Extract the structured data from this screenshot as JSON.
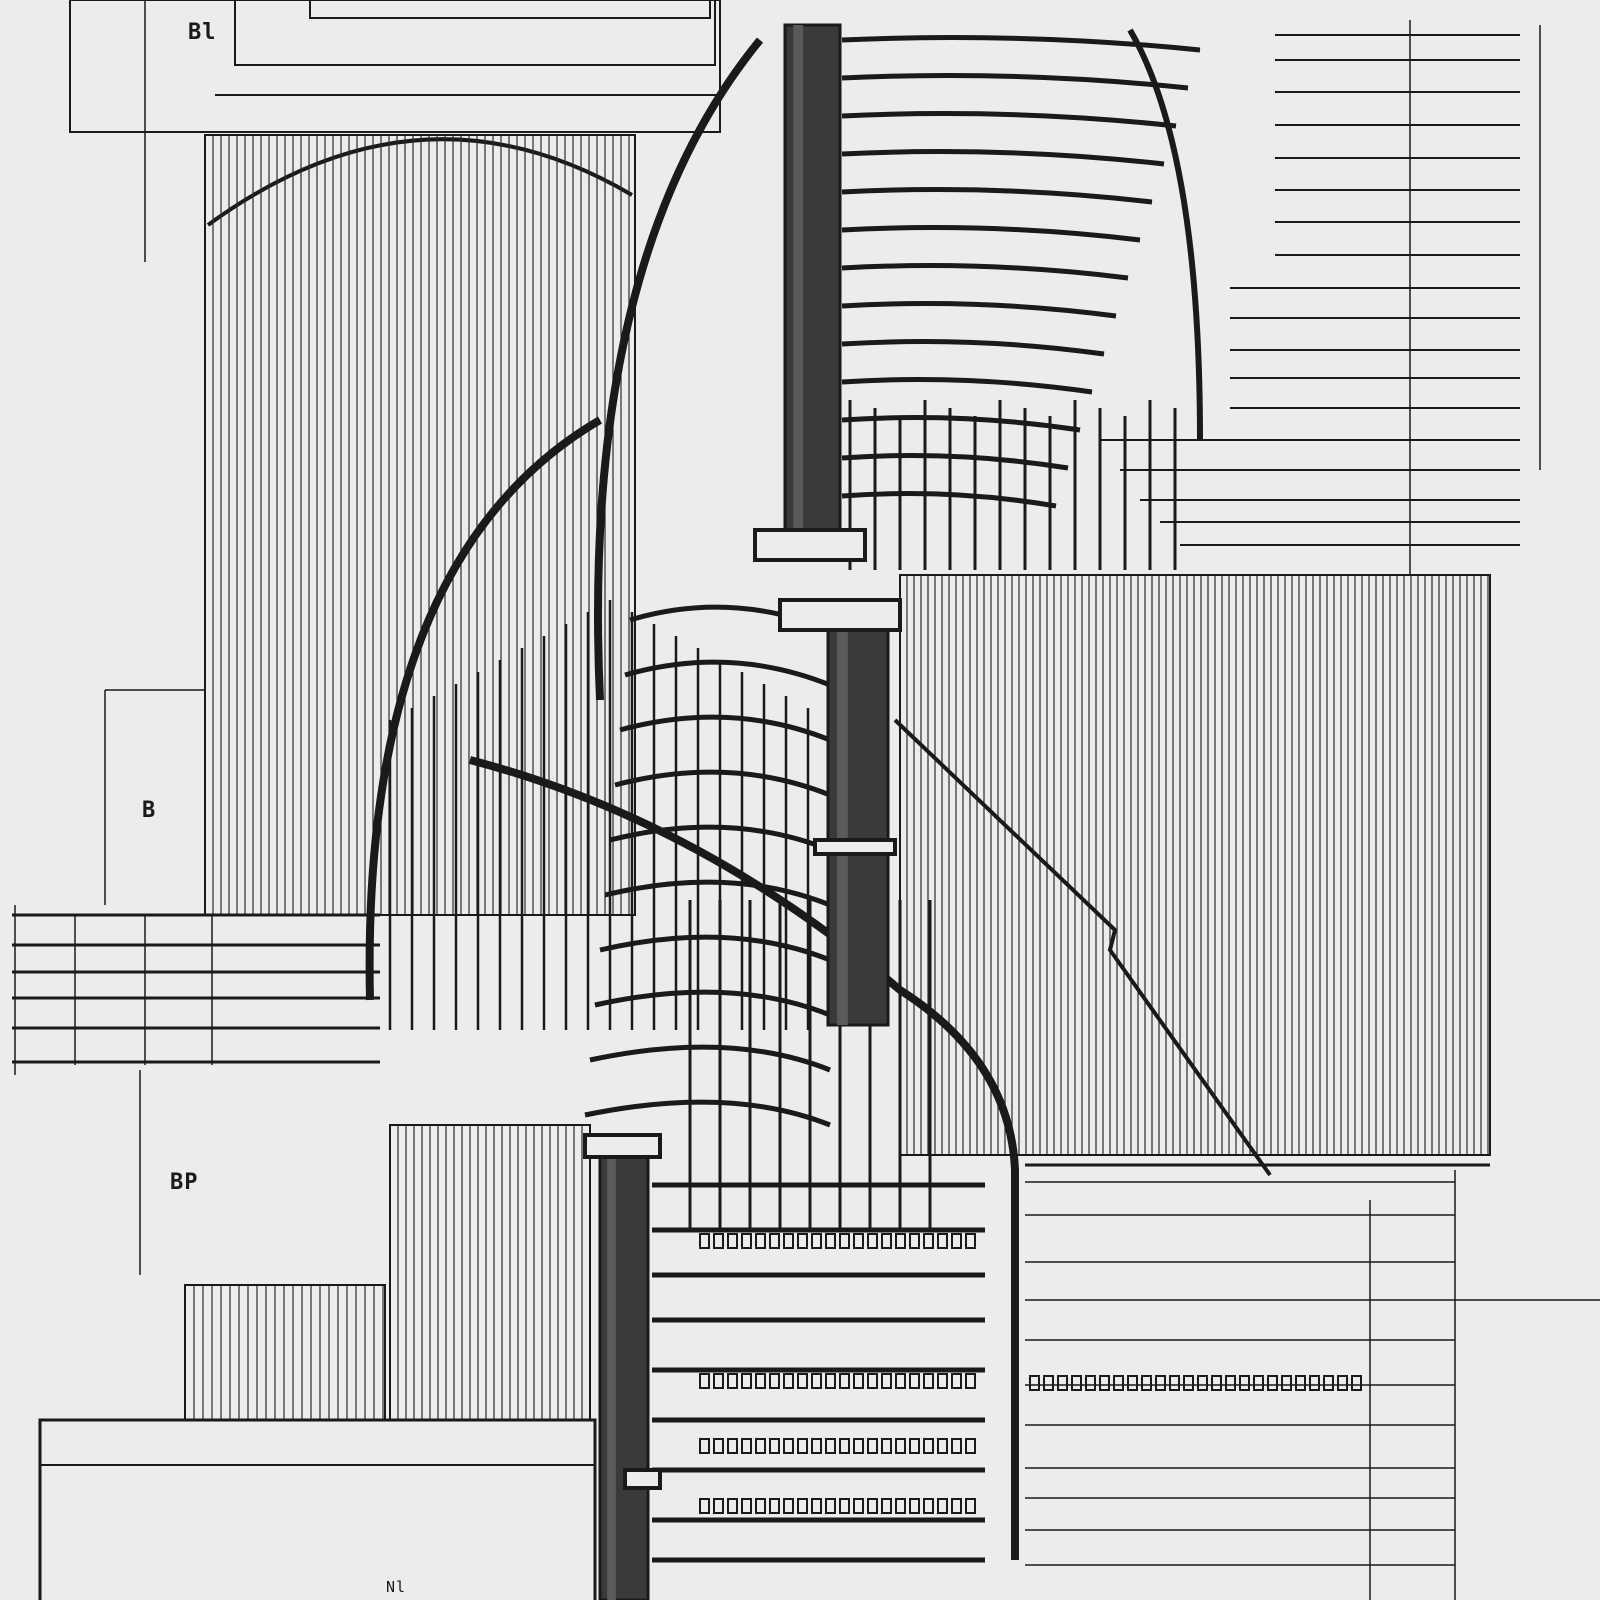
{
  "drawing": {
    "type": "architectural-blueprint",
    "subject": "spiral-staircase",
    "line_color": "#1a1a1a",
    "column_color": "#3a3a3a",
    "paper_color": "#ececec",
    "hatch_color": "#2b2b2b"
  },
  "labels": {
    "top_left_mark": "Bl",
    "left_mark_b": "B",
    "left_mark_bp": "BP",
    "left_mark_bottom": "Nl"
  }
}
